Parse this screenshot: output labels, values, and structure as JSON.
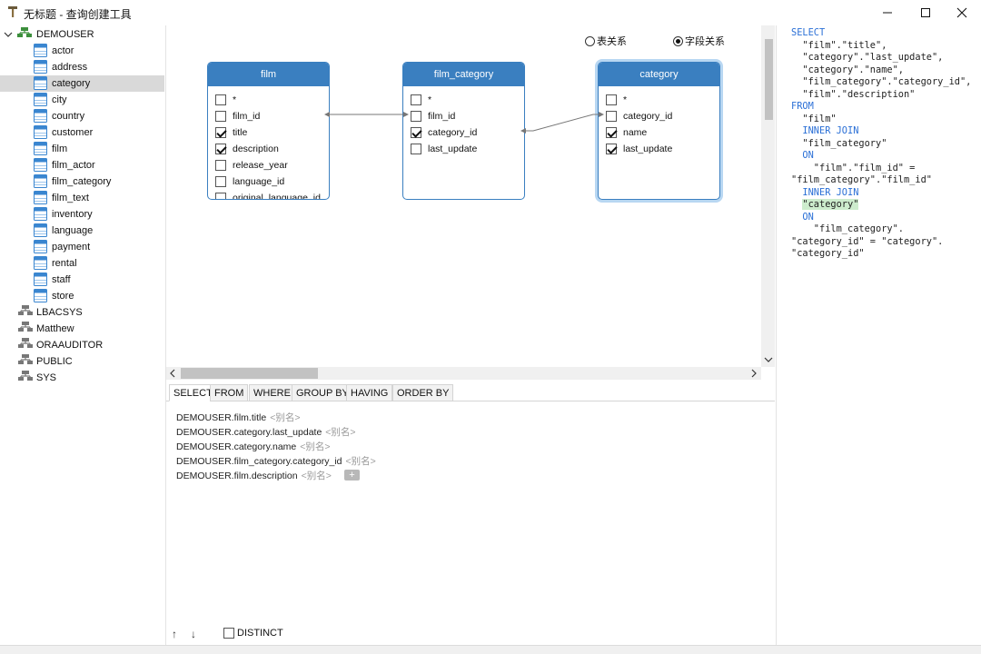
{
  "window": {
    "title": "无标题 - 查询创建工具"
  },
  "tree": {
    "root": "DEMOUSER",
    "tables": [
      "actor",
      "address",
      "category",
      "city",
      "country",
      "customer",
      "film",
      "film_actor",
      "film_category",
      "film_text",
      "inventory",
      "language",
      "payment",
      "rental",
      "staff",
      "store"
    ],
    "selected_table": "category",
    "schemas": [
      "LBACSYS",
      "Matthew",
      "ORAAUDITOR",
      "PUBLIC",
      "SYS"
    ]
  },
  "relation_mode": {
    "table_relation": "表关系",
    "field_relation": "字段关系",
    "selected": "field_relation"
  },
  "tables": [
    {
      "name": "film",
      "columns": [
        {
          "name": "*",
          "checked": false
        },
        {
          "name": "film_id",
          "checked": false
        },
        {
          "name": "title",
          "checked": true
        },
        {
          "name": "description",
          "checked": true
        },
        {
          "name": "release_year",
          "checked": false
        },
        {
          "name": "language_id",
          "checked": false
        },
        {
          "name": "original_language_id",
          "checked": false
        }
      ]
    },
    {
      "name": "film_category",
      "columns": [
        {
          "name": "*",
          "checked": false
        },
        {
          "name": "film_id",
          "checked": false
        },
        {
          "name": "category_id",
          "checked": true
        },
        {
          "name": "last_update",
          "checked": false
        }
      ]
    },
    {
      "name": "category",
      "columns": [
        {
          "name": "*",
          "checked": false
        },
        {
          "name": "category_id",
          "checked": false
        },
        {
          "name": "name",
          "checked": true
        },
        {
          "name": "last_update",
          "checked": true
        }
      ]
    }
  ],
  "tabs": [
    "SELECT",
    "FROM",
    "WHERE",
    "GROUP BY",
    "HAVING",
    "ORDER BY"
  ],
  "active_tab": "SELECT",
  "select_fields": [
    {
      "field": "DEMOUSER.film.title",
      "alias": "<别名>"
    },
    {
      "field": "DEMOUSER.category.last_update",
      "alias": "<别名>"
    },
    {
      "field": "DEMOUSER.category.name",
      "alias": "<别名>"
    },
    {
      "field": "DEMOUSER.film_category.category_id",
      "alias": "<别名>"
    },
    {
      "field": "DEMOUSER.film.description",
      "alias": "<别名>"
    }
  ],
  "add_button": "+",
  "move_up": "↑",
  "move_down": "↓",
  "distinct_label": "DISTINCT",
  "sql_lines": [
    {
      "text": "SELECT",
      "kw": true
    },
    {
      "text": "  \"film\".\"title\",",
      "kw": false
    },
    {
      "text": "  \"category\".\"last_update\",",
      "kw": false
    },
    {
      "text": "  \"category\".\"name\",",
      "kw": false
    },
    {
      "text": "  \"film_category\".\"category_id\",",
      "kw": false
    },
    {
      "text": "  \"film\".\"description\"",
      "kw": false
    },
    {
      "text": "FROM",
      "kw": true
    },
    {
      "text": "  \"film\"",
      "kw": false
    },
    {
      "text": "  INNER JOIN",
      "kw": true
    },
    {
      "text": "  \"film_category\"",
      "kw": false
    },
    {
      "text": "  ON",
      "kw": true
    },
    {
      "text": "    \"film\".\"film_id\" =",
      "kw": false
    },
    {
      "text": "\"film_category\".\"film_id\"",
      "kw": false
    },
    {
      "text": "  INNER JOIN",
      "kw": true
    },
    {
      "text": "  \"category\"",
      "kw": false,
      "highlight": true
    },
    {
      "text": "  ON",
      "kw": true
    },
    {
      "text": "    \"film_category\".",
      "kw": false
    },
    {
      "text": "\"category_id\" = \"category\".",
      "kw": false
    },
    {
      "text": "\"category_id\"",
      "kw": false
    }
  ],
  "colors": {
    "table_header": "#3a7fc0",
    "keyword": "#2a6fd6",
    "highlight": "#cdeccd",
    "selection": "#d9d9d9"
  }
}
